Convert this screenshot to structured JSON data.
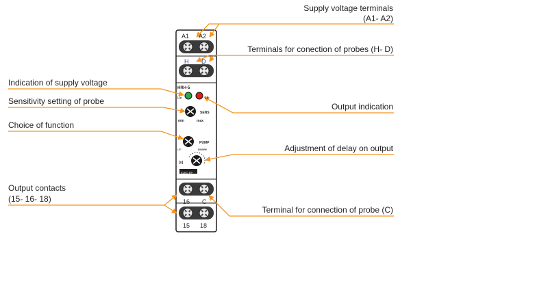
{
  "colors": {
    "accent": "#f7941d",
    "device_outline": "#231f20",
    "terminal_fill": "#3a3a3a",
    "led_supply": "#2aa845",
    "led_output": "#e21b1b",
    "text": "#231f20"
  },
  "device": {
    "model": "HRH-5",
    "terminals_top_1": [
      "A1",
      "A2"
    ],
    "terminals_top_2": [
      "H",
      "D"
    ],
    "terminals_bottom_1": [
      "16",
      "C"
    ],
    "terminals_bottom_2": [
      "15",
      "18"
    ],
    "led_supply_label": "Un",
    "led_output_label": "15",
    "sens_label": "SENS",
    "sens_min": "min",
    "sens_max": "max",
    "func_label": "PUMP",
    "func_up": "UP",
    "func_down": "DOWN",
    "delay_unit": "[s]",
    "brand": "ELKO EP"
  },
  "callouts": {
    "supply_terminals_line1": "Supply voltage terminals",
    "supply_terminals_line2": "(A1- A2)",
    "probe_terminals": "Terminals for conection of probes (H- D)",
    "supply_indication": "Indication of supply voltage",
    "sensitivity": "Sensitivity setting of probe",
    "output_indication": "Output indication",
    "function_choice": "Choice of function",
    "delay_adjust": "Adjustment of delay on output",
    "output_contacts_line1": "Output contacts",
    "output_contacts_line2": "(15- 16- 18)",
    "probe_c_terminal": "Terminal for connection of probe (C)"
  }
}
